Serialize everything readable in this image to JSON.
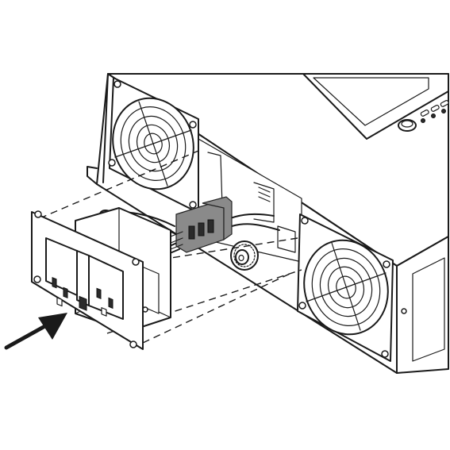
{
  "diagram": {
    "components": [
      {
        "id": "inverter-housing",
        "icon": "inverter-housing"
      },
      {
        "id": "cooling-fan-left",
        "icon": "fan-icon"
      },
      {
        "id": "cooling-fan-right",
        "icon": "fan-icon"
      },
      {
        "id": "ac-outlet-module",
        "icon": "duplex-outlet-icon"
      },
      {
        "id": "wire-connector",
        "icon": "connector-plug-icon"
      },
      {
        "id": "terminal-knob",
        "icon": "knob-icon"
      },
      {
        "id": "insert-arrow",
        "icon": "arrow-icon"
      }
    ],
    "colors": {
      "line": "#1a1a1a",
      "background": "#ffffff",
      "connector": "#8a8a8a",
      "dark_parts": "#2b2b2b"
    }
  }
}
